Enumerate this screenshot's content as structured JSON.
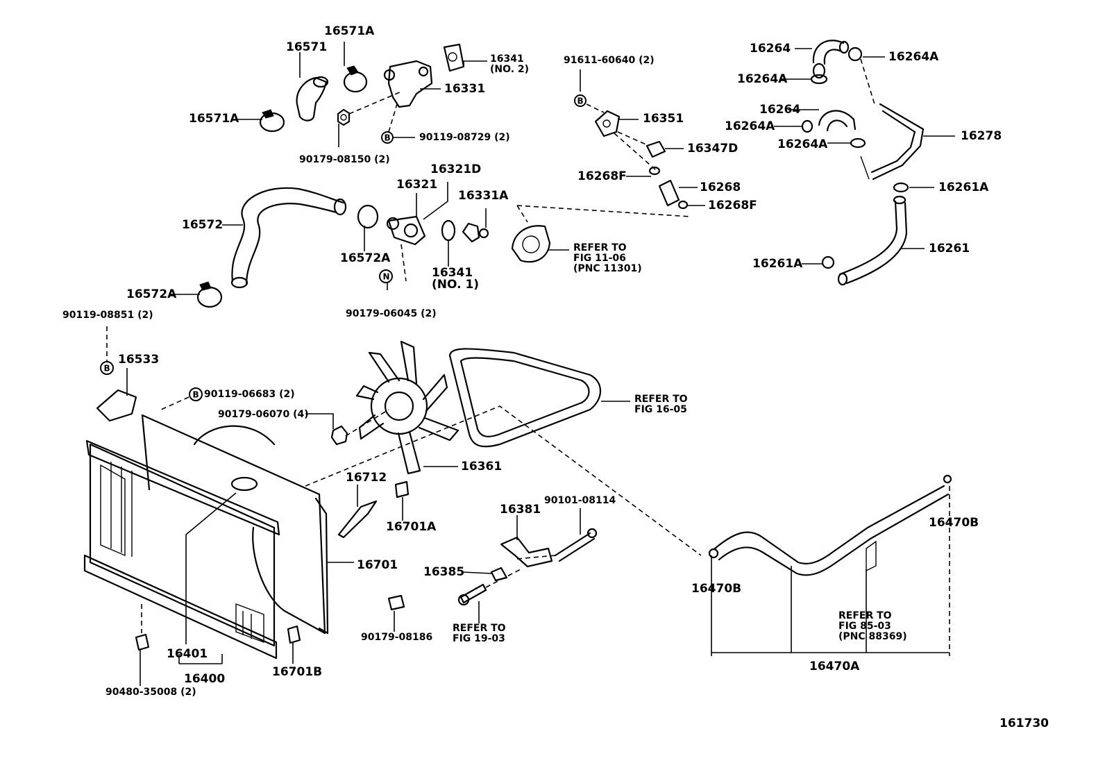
{
  "diagram_id": "161730",
  "markers": {
    "bolt": "B",
    "nut": "N"
  },
  "labels": [
    {
      "id": "16571A_top",
      "text": "16571A"
    },
    {
      "id": "16571",
      "text": "16571"
    },
    {
      "id": "16571A_left",
      "text": "16571A"
    },
    {
      "id": "16341_no2",
      "text": "16341\n(NO. 2)"
    },
    {
      "id": "16331",
      "text": "16331"
    },
    {
      "id": "90119_08729",
      "text": "90119-08729 (2)"
    },
    {
      "id": "90179_08150",
      "text": "90179-08150 (2)"
    },
    {
      "id": "91611_60640",
      "text": "91611-60640 (2)"
    },
    {
      "id": "16351",
      "text": "16351"
    },
    {
      "id": "16347D",
      "text": "16347D"
    },
    {
      "id": "16268F_a",
      "text": "16268F"
    },
    {
      "id": "16268",
      "text": "16268"
    },
    {
      "id": "16268F_b",
      "text": "16268F"
    },
    {
      "id": "16264_a",
      "text": "16264"
    },
    {
      "id": "16264A_a",
      "text": "16264A"
    },
    {
      "id": "16264A_b",
      "text": "16264A"
    },
    {
      "id": "16264_b",
      "text": "16264"
    },
    {
      "id": "16264A_c",
      "text": "16264A"
    },
    {
      "id": "16264A_d",
      "text": "16264A"
    },
    {
      "id": "16278",
      "text": "16278"
    },
    {
      "id": "16261A_a",
      "text": "16261A"
    },
    {
      "id": "16261",
      "text": "16261"
    },
    {
      "id": "16261A_b",
      "text": "16261A"
    },
    {
      "id": "16321D",
      "text": "16321D"
    },
    {
      "id": "16321",
      "text": "16321"
    },
    {
      "id": "16331A",
      "text": "16331A"
    },
    {
      "id": "16572",
      "text": "16572"
    },
    {
      "id": "16572A_a",
      "text": "16572A"
    },
    {
      "id": "16572A_b",
      "text": "16572A"
    },
    {
      "id": "16341_no1",
      "text": "16341\n(NO. 1)"
    },
    {
      "id": "refer_11_06",
      "text": "REFER TO\nFIG 11-06\n(PNC 11301)"
    },
    {
      "id": "90179_06045",
      "text": "90179-06045 (2)"
    },
    {
      "id": "90119_08851",
      "text": "90119-08851 (2)"
    },
    {
      "id": "16533",
      "text": "16533"
    },
    {
      "id": "90119_06683",
      "text": "90119-06683 (2)"
    },
    {
      "id": "90179_06070",
      "text": "90179-06070 (4)"
    },
    {
      "id": "refer_16_05",
      "text": "REFER TO\nFIG 16-05"
    },
    {
      "id": "16361",
      "text": "16361"
    },
    {
      "id": "16712",
      "text": "16712"
    },
    {
      "id": "16701A",
      "text": "16701A"
    },
    {
      "id": "16381",
      "text": "16381"
    },
    {
      "id": "90101_08114",
      "text": "90101-08114"
    },
    {
      "id": "16701",
      "text": "16701"
    },
    {
      "id": "16385",
      "text": "16385"
    },
    {
      "id": "refer_19_03",
      "text": "REFER TO\nFIG 19-03"
    },
    {
      "id": "90179_08186",
      "text": "90179-08186"
    },
    {
      "id": "16401",
      "text": "16401"
    },
    {
      "id": "16400",
      "text": "16400"
    },
    {
      "id": "16701B",
      "text": "16701B"
    },
    {
      "id": "90480_35008",
      "text": "90480-35008 (2)"
    },
    {
      "id": "16470B_a",
      "text": "16470B"
    },
    {
      "id": "16470B_b",
      "text": "16470B"
    },
    {
      "id": "refer_85_03",
      "text": "REFER TO\nFIG 85-03\n(PNC 88369)"
    },
    {
      "id": "16470A",
      "text": "16470A"
    },
    {
      "id": "161730",
      "text": "161730"
    }
  ]
}
